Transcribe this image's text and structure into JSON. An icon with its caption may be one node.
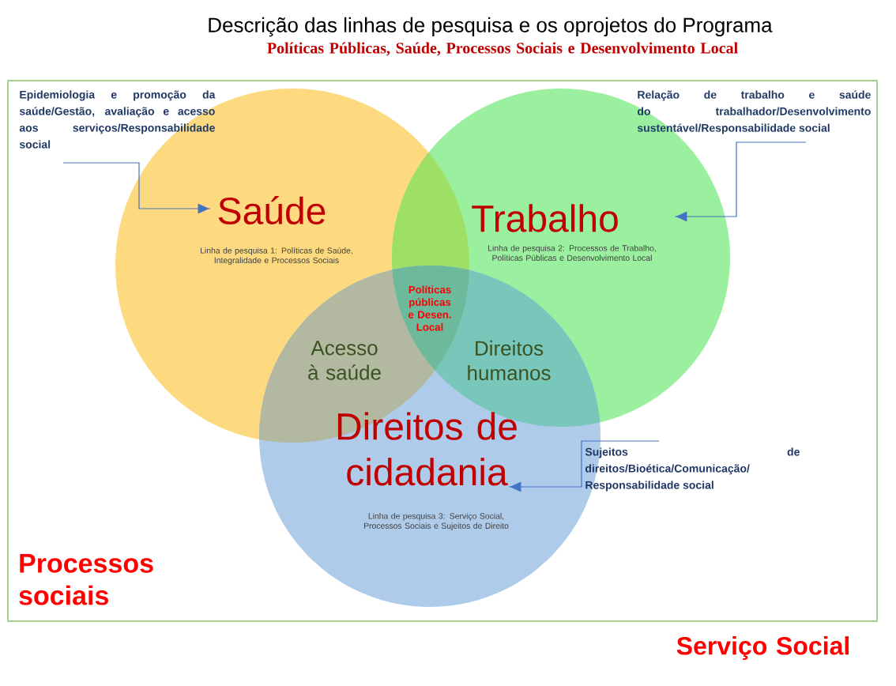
{
  "diagram": {
    "title": "Descrição das linhas de pesquisa e os oprojetos do Programa",
    "nodes": [
      {
        "text": [
          "Processos sociais"
        ]
      },
      {
        "text": [
          "Saúde",
          "Linha de pesquisa 1: Políticas de Saúde, Integralidade e Processos Sociais"
        ],
        "in": 0
      },
      {
        "text": [
          "Trabalho",
          "Linha de pesquisa 2: Processos de Trabalho, Políticas Públicas e Desenvolvimento Local"
        ],
        "in": 0
      },
      {
        "text": [
          "Direitos de cidadania",
          "Linha de pesquisa 3: Serviço Social, Processos Sociais e Sujeitos de Direito"
        ],
        "in": 0
      },
      {
        "text": [
          "Epidemiologia e promoção da saúde/Gestão, avaliação e acesso aos serviços/Responsabilidade social"
        ],
        "in": 0
      },
      {
        "text": [
          "Relação de trabalho e saúde do trabalhador/Desenvolvimento sustentável/Responsabilidade social"
        ],
        "in": 0
      },
      {
        "text": [
          "Sujeitos de direitos/Bioética/Comunicação/ Responsabilidade social"
        ],
        "in": 0
      }
    ],
    "edges": [
      {
        "from": 4,
        "to": 1,
        "arrow": "to"
      },
      {
        "from": 5,
        "to": 2,
        "arrow": "to"
      },
      {
        "from": 6,
        "to": 3,
        "arrow": "to"
      }
    ],
    "labels": [
      "Políticas Públicas, Saúde, Processos Sociais e Desenvolvimento Local",
      "Políticas públicas e Desen. Local",
      "Acesso à saúde",
      "Direitos humanos",
      "Serviço Social"
    ]
  }
}
